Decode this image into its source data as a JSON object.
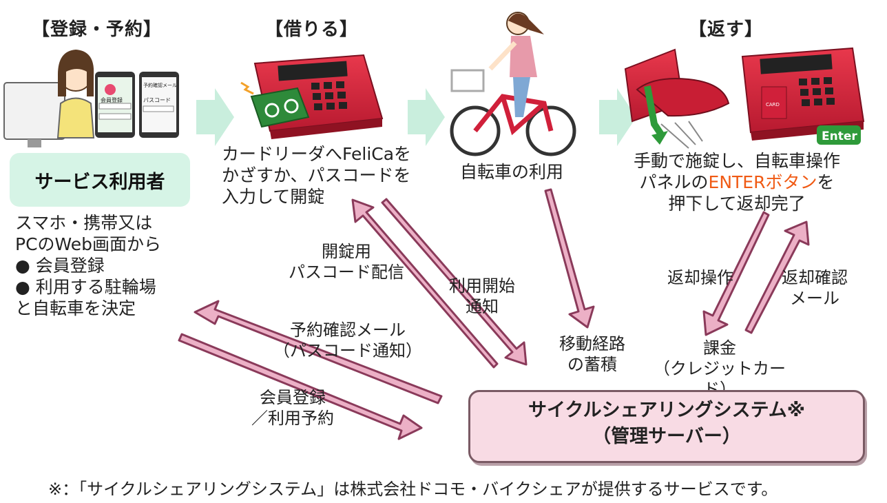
{
  "steps": {
    "register": "【登録・予約】",
    "borrow": "【借りる】",
    "return": "【返す】"
  },
  "phone": {
    "left_label": "会員登録",
    "right_label_1": "予約確認メール",
    "right_label_2": "パスコード"
  },
  "reader": {
    "enter_badge": "Enter",
    "card_text": "CARD"
  },
  "user": {
    "pill": "サービス利用者",
    "desc": [
      "スマホ・携帯又は",
      "PCのWeb画面から",
      "● 会員登録",
      "● 利用する駐輪場",
      "と自転車を決定"
    ]
  },
  "captions": {
    "borrow": [
      "カードリーダへFeliCaを",
      "かざすか、パスコードを",
      "入力して開錠"
    ],
    "ride": "自転車の利用",
    "return_1": "手動で施錠し、自転車操作",
    "return_2a": "パネルの",
    "return_2b": "ENTERボタン",
    "return_2c": "を",
    "return_3": "押下して返却完了"
  },
  "arrows": {
    "passcode": [
      "開錠用",
      "パスコード配信"
    ],
    "usage_start": [
      "利用開始",
      "通知"
    ],
    "route": [
      "移動経路",
      "の蓄積"
    ],
    "return_op": "返却操作",
    "return_mail": [
      "返却確認",
      "メール"
    ],
    "billing": [
      "課金",
      "（クレジットカード）"
    ],
    "reservation_mail": [
      "予約確認メール",
      "（パスコード通知）"
    ],
    "member_reg": [
      "会員登録",
      "／利用予約"
    ]
  },
  "server": {
    "line1": "サイクルシェアリングシステム※",
    "line2": "（管理サーバー）"
  },
  "footnote": "※：「サイクルシェアリングシステム」は株式会社ドコモ・バイクシェアが提供するサービスです。",
  "colors": {
    "arrow_fill": "#ecb0c6",
    "arrow_stroke": "#8a3a5a",
    "step_arrow": "#c9eedd",
    "reader_red": "#d0203a",
    "user_pill": "#d6f4e6",
    "server_fill": "#f8dbe4",
    "accent_orange": "#f05a14"
  }
}
